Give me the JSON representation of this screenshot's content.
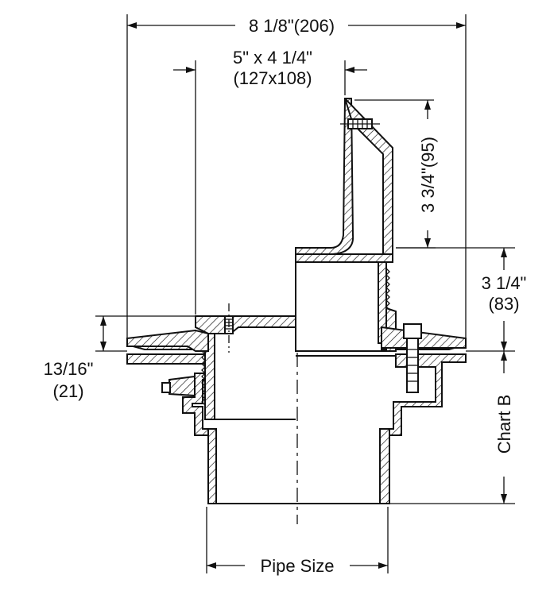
{
  "labels": {
    "overall_width": "8 1/8\"(206)",
    "strainer_size_line1": "5\" x 4 1/4\"",
    "strainer_size_line2": "(127x108)",
    "riser_height": "3 3/4\"(95)",
    "upper_height_line1": "3 1/4\"",
    "upper_height_line2": "(83)",
    "flange_thickness_line1": "13/16\"",
    "flange_thickness_line2": "(21)",
    "lower_height": "Chart B",
    "pipe_size": "Pipe Size"
  }
}
